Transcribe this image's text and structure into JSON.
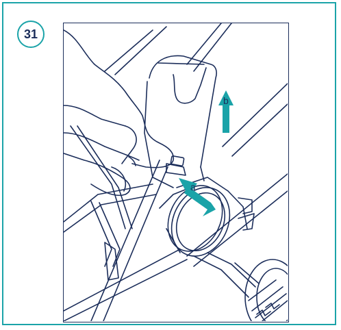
{
  "step": {
    "number": "31"
  },
  "illustration": {
    "arrow_a_label": "a",
    "arrow_b_label": "b"
  },
  "colors": {
    "accent": "#1aa3a8",
    "line": "#1b2d5a",
    "background": "#ffffff"
  },
  "icons": [
    "hand-icon",
    "car-seat-adapter-icon",
    "stroller-frame-icon",
    "wheel-icon",
    "arrow-up-icon",
    "arrow-diagonal-icon"
  ]
}
